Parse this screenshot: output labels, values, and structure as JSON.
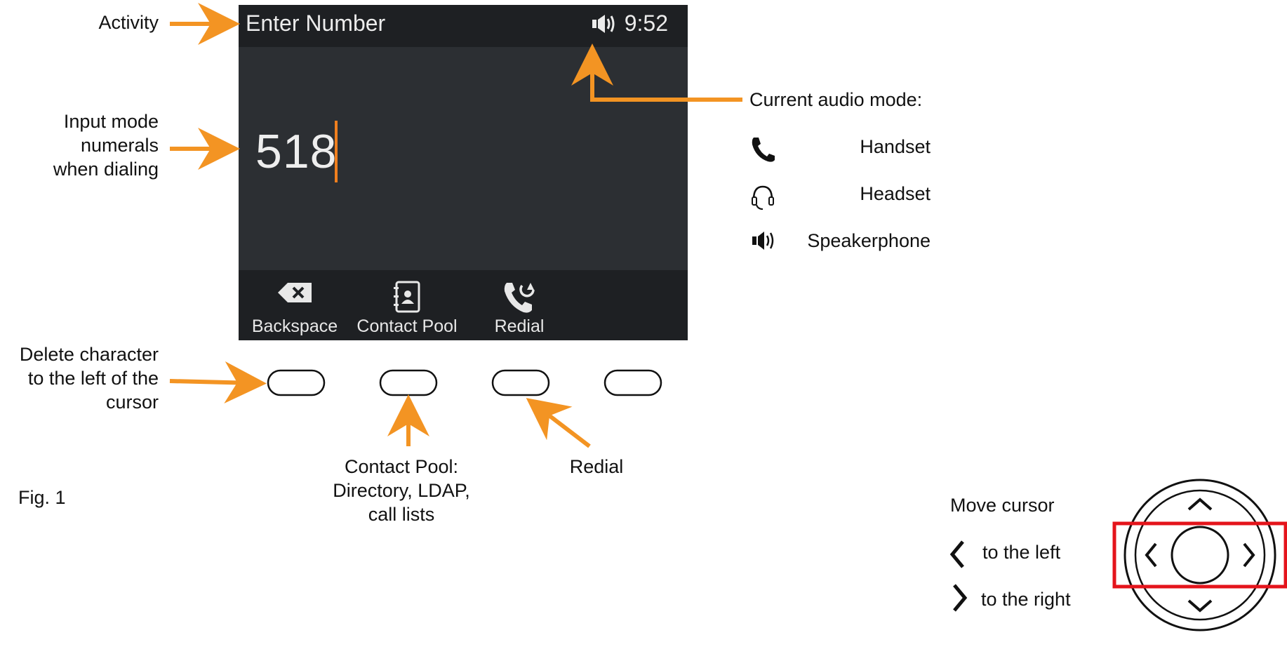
{
  "phone_screen": {
    "title": "Enter Number",
    "clock": "9:52",
    "dialed_number": "518",
    "softkeys": [
      {
        "label": "Backspace",
        "icon": "backspace-icon"
      },
      {
        "label": "Contact Pool",
        "icon": "contact-book-icon"
      },
      {
        "label": "Redial",
        "icon": "redial-icon"
      }
    ]
  },
  "annotations": {
    "activity": "Activity",
    "input_mode": [
      "Input mode",
      "numerals",
      "when dialing"
    ],
    "audio_mode_title": "Current audio mode:",
    "audio_modes": [
      {
        "label": "Handset",
        "icon": "handset-icon"
      },
      {
        "label": "Headset",
        "icon": "headset-icon"
      },
      {
        "label": "Speakerphone",
        "icon": "speaker-icon"
      }
    ],
    "delete_char": [
      "Delete character",
      "to the left of the",
      "cursor"
    ],
    "contact_pool": [
      "Contact Pool:",
      "Directory, LDAP,",
      "call lists"
    ],
    "redial": "Redial",
    "fig_label": "Fig. 1",
    "move_cursor": "Move cursor",
    "to_left": "to the left",
    "to_right": "to the right"
  },
  "colors": {
    "accent": "#f39423",
    "highlight": "#e4141b",
    "screen_bg": "#2c2f33",
    "bar_bg": "#1e2023"
  }
}
